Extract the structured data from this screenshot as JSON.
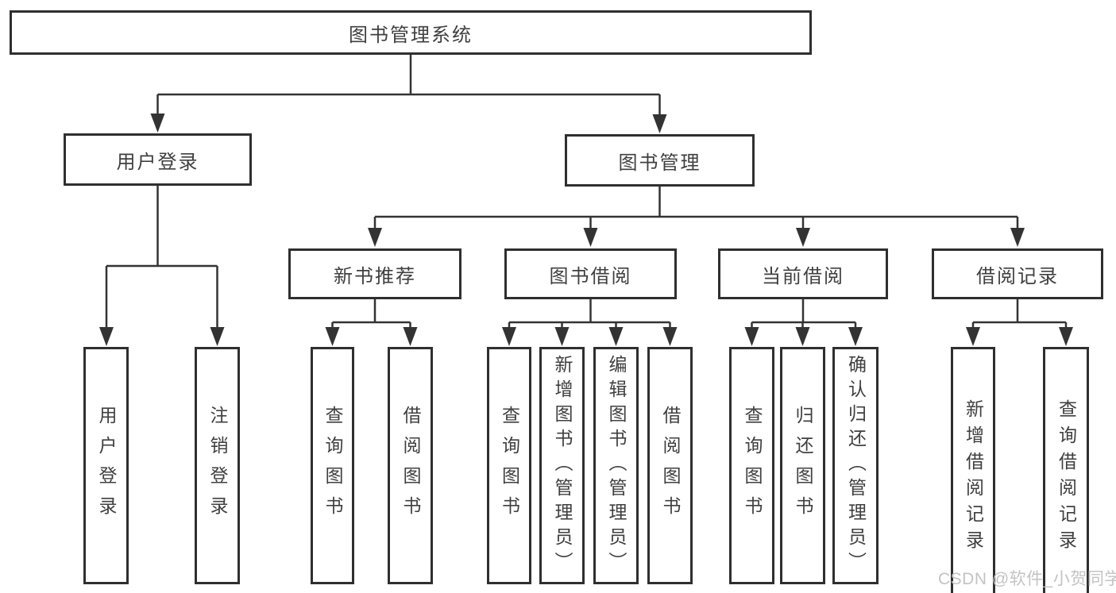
{
  "diagram": {
    "root": {
      "label": "图书管理系统"
    },
    "branches": [
      {
        "label": "用户登录",
        "children": [
          {
            "label": "用户登录"
          },
          {
            "label": "注销登录"
          }
        ]
      },
      {
        "label": "图书管理",
        "children": [
          {
            "label": "新书推荐",
            "children": [
              {
                "label": "查询图书"
              },
              {
                "label": "借阅图书"
              }
            ]
          },
          {
            "label": "图书借阅",
            "children": [
              {
                "label": "查询图书"
              },
              {
                "label": "新增图书（管理员）"
              },
              {
                "label": "编辑图书（管理员）"
              },
              {
                "label": "借阅图书"
              }
            ]
          },
          {
            "label": "当前借阅",
            "children": [
              {
                "label": "查询图书"
              },
              {
                "label": "归还图书"
              },
              {
                "label": "确认归还（管理员）"
              }
            ]
          },
          {
            "label": "借阅记录",
            "children": [
              {
                "label": "新增借阅记录"
              },
              {
                "label": "查询借阅记录"
              }
            ]
          }
        ]
      }
    ]
  },
  "watermark": {
    "text": "CSDN @软件_小贺同学"
  },
  "colors": {
    "line": "#333333",
    "box_border": "#2f2f2f",
    "text": "#3f3f3f",
    "background": "#ffffff",
    "watermark": "#c3c3c3"
  }
}
